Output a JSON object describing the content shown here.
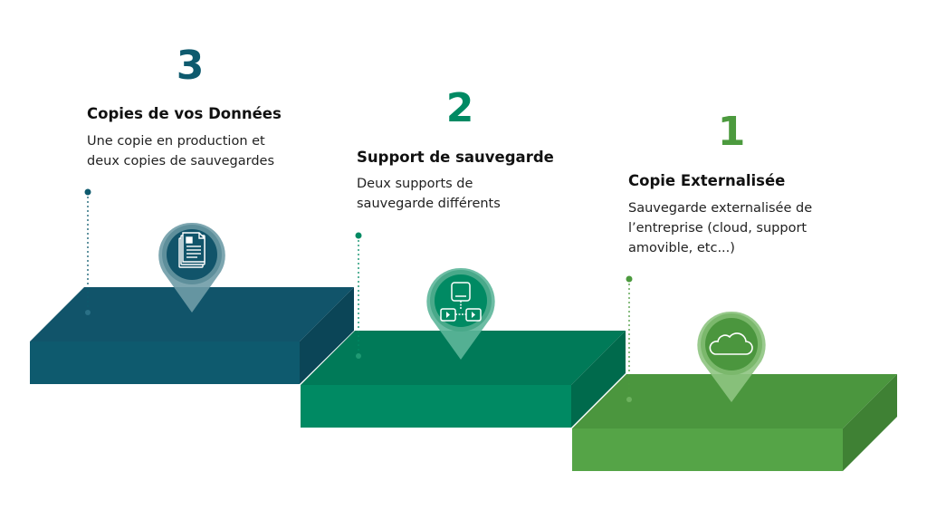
{
  "steps": [
    {
      "number": "3",
      "title": "Copies de vos Données",
      "desc": [
        "Une copie en production et",
        "deux copies de sauvegardes"
      ],
      "icon": "documents-icon",
      "color": "#0e5a6e"
    },
    {
      "number": "2",
      "title": "Support de sauvegarde",
      "desc": [
        "Deux supports de",
        "sauvegarde différents"
      ],
      "icon": "storage-devices-icon",
      "color": "#008a63"
    },
    {
      "number": "1",
      "title": "Copie Externalisée",
      "desc": [
        "Sauvegarde externalisée de",
        "l’entreprise (cloud, support",
        "amovible, etc...)"
      ],
      "icon": "cloud-icon",
      "color": "#4c9a3e"
    }
  ],
  "colors": {
    "block3_front": "#0e5a6e",
    "block3_top": "#11546a",
    "block3_side": "#0b4557",
    "block2_front": "#008a63",
    "block2_top": "#007a58",
    "block2_side": "#006a4c",
    "block1_front": "#55a447",
    "block1_top": "#4b963e",
    "block1_side": "#3f8134"
  }
}
